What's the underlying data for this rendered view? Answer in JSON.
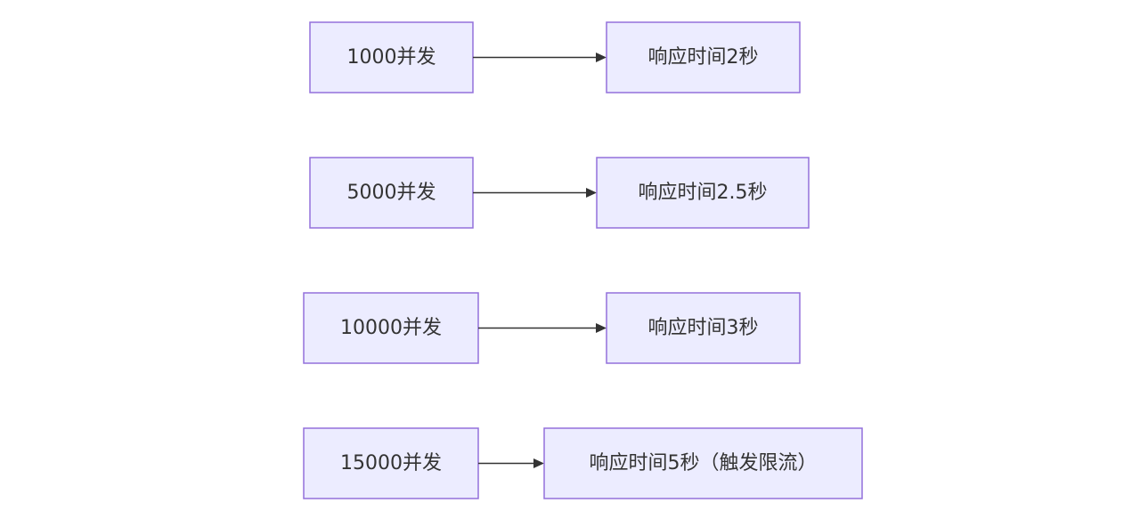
{
  "diagram": {
    "type": "flowchart",
    "direction": "left-to-right",
    "colors": {
      "node_fill": "#ECECFF",
      "node_stroke": "#9370DB",
      "edge": "#333333",
      "text": "#333333"
    },
    "rows": [
      {
        "source": "1000并发",
        "target": "响应时间2秒"
      },
      {
        "source": "5000并发",
        "target": "响应时间2.5秒"
      },
      {
        "source": "10000并发",
        "target": "响应时间3秒"
      },
      {
        "source": "15000并发",
        "target": "响应时间5秒（触发限流）"
      }
    ]
  }
}
